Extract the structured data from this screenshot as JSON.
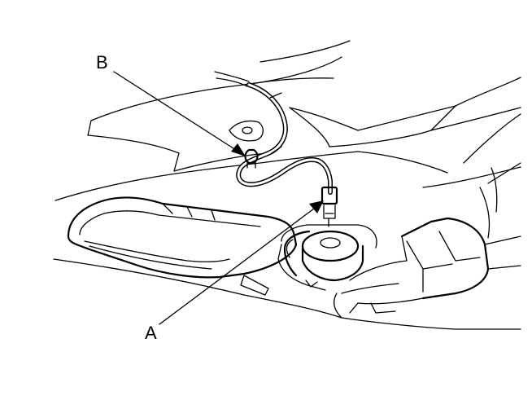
{
  "figure": {
    "callouts": {
      "a": "A",
      "b": "B"
    },
    "parts": [
      "body-panel",
      "side-air-duct",
      "wire-harness",
      "harness-clip",
      "connector",
      "speaker",
      "bracket"
    ]
  }
}
